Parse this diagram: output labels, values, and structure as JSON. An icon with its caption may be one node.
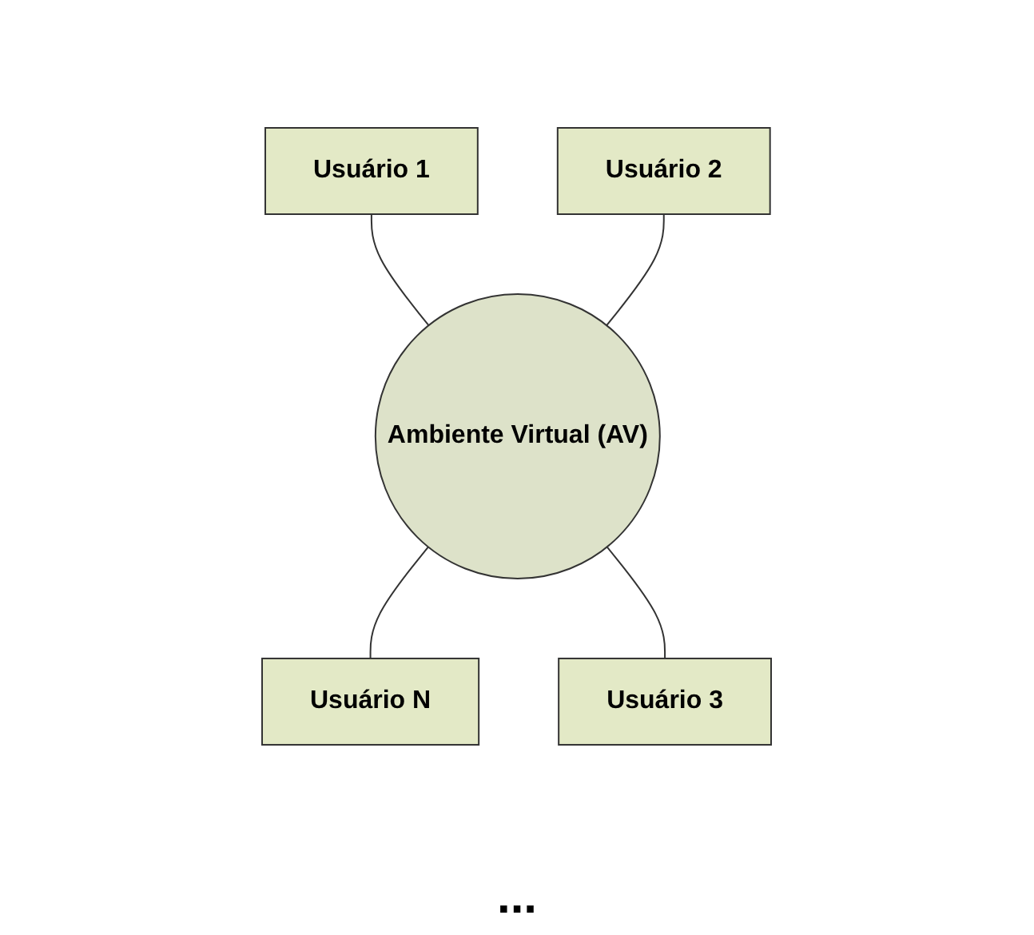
{
  "diagram": {
    "nodes": [
      {
        "text": [
          "Usuário 1"
        ]
      },
      {
        "text": [
          "Usuário 2"
        ]
      },
      {
        "text": [
          "Ambiente Virtual (AV)"
        ]
      },
      {
        "text": [
          "Usuário N"
        ]
      },
      {
        "text": [
          "Usuário 3"
        ]
      }
    ],
    "edges": [
      {
        "from": 0,
        "to": 2,
        "arrow": "none"
      },
      {
        "from": 1,
        "to": 2,
        "arrow": "none"
      },
      {
        "from": 2,
        "to": 3,
        "arrow": "none"
      },
      {
        "from": 2,
        "to": 4,
        "arrow": "none"
      }
    ],
    "labels": [
      "..."
    ]
  }
}
